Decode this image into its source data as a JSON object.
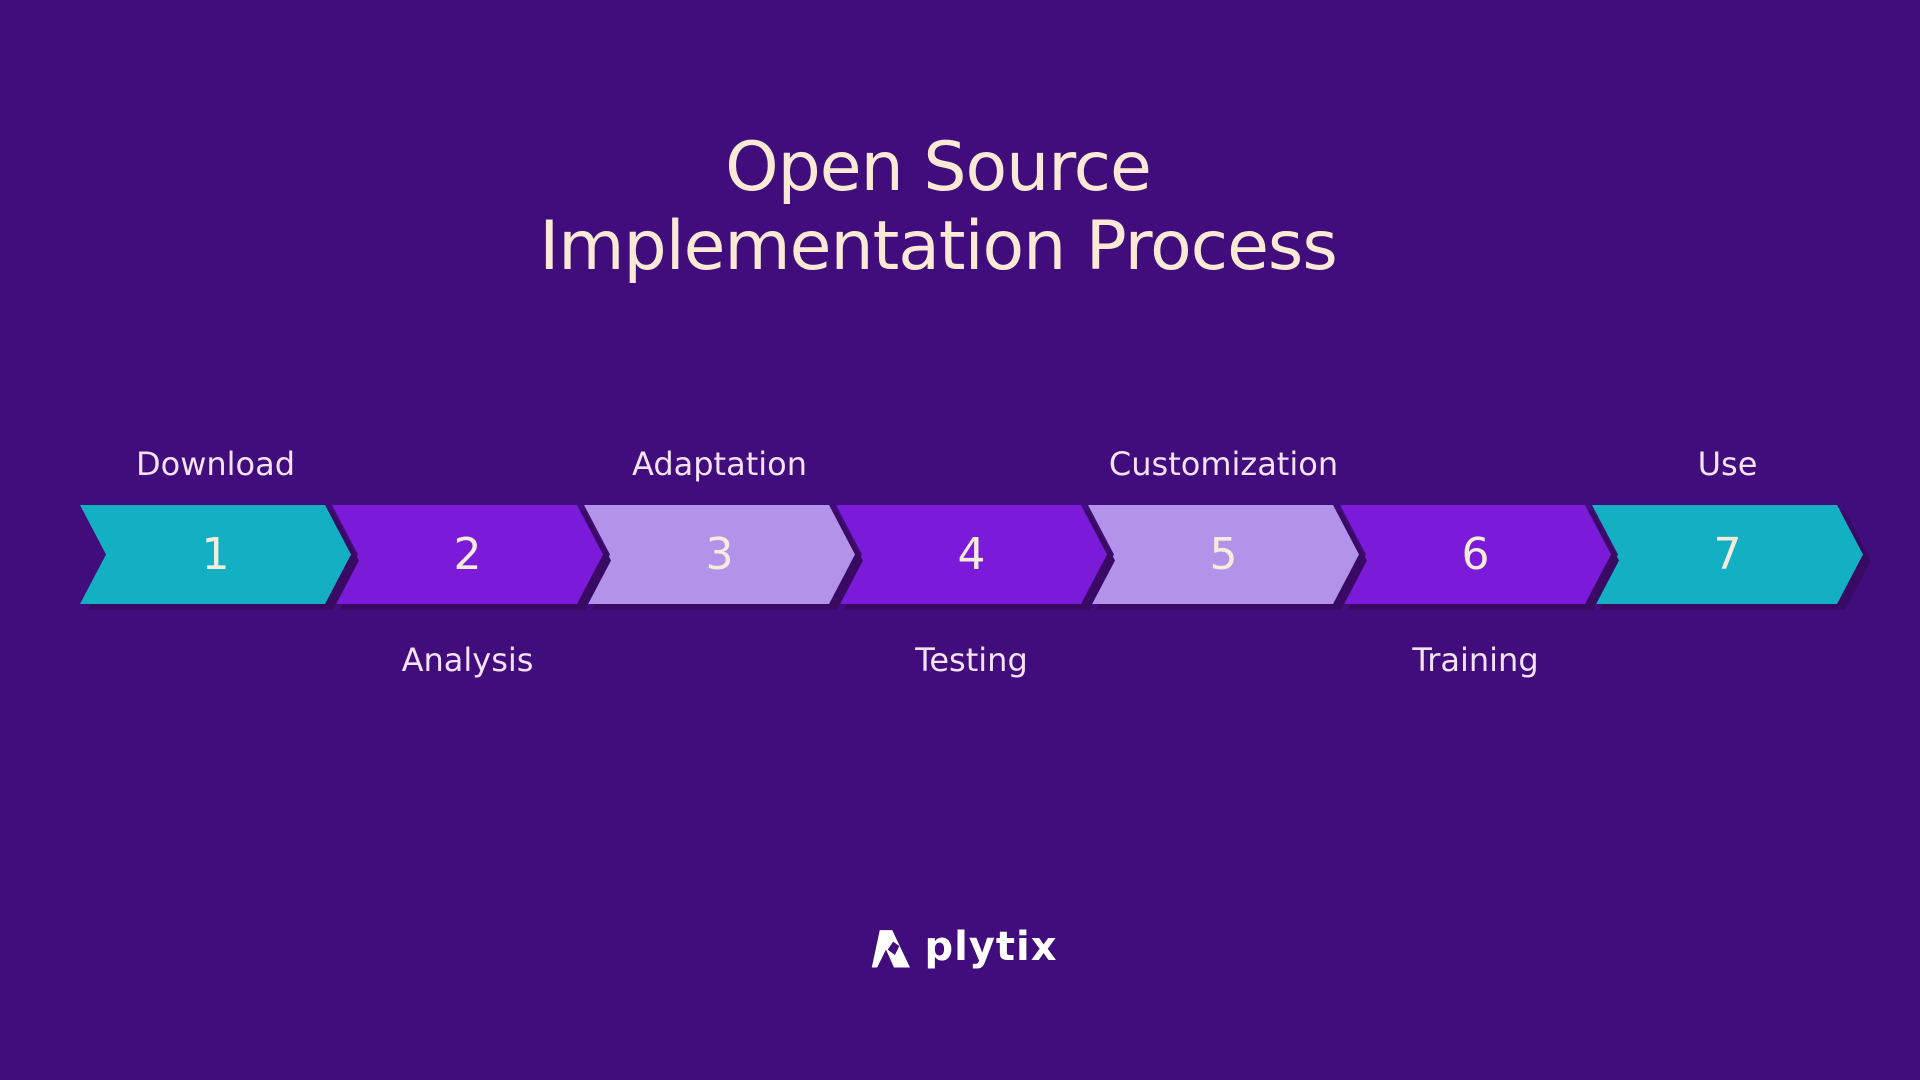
{
  "canvas": {
    "background": "#410C7C"
  },
  "title": {
    "line1": "Open Source",
    "line2": "Implementation Process",
    "color": "#FAE9D4"
  },
  "process": {
    "steps": [
      {
        "number": "1",
        "label": "Download",
        "label_position": "above",
        "arrow_color": "#12B0C2"
      },
      {
        "number": "2",
        "label": "Analysis",
        "label_position": "below",
        "arrow_color": "#7B1BD9"
      },
      {
        "number": "3",
        "label": "Adaptation",
        "label_position": "above",
        "arrow_color": "#B392E9"
      },
      {
        "number": "4",
        "label": "Testing",
        "label_position": "below",
        "arrow_color": "#7B1BD9"
      },
      {
        "number": "5",
        "label": "Customization",
        "label_position": "above",
        "arrow_color": "#B392E9"
      },
      {
        "number": "6",
        "label": "Training",
        "label_position": "below",
        "arrow_color": "#7B1BD9"
      },
      {
        "number": "7",
        "label": "Use",
        "label_position": "above",
        "arrow_color": "#12B0C2"
      }
    ],
    "shadow_color": "#390A63",
    "label_color": "#F2E2F2",
    "number_color": "#F6ECDC"
  },
  "logo": {
    "text": "plytix",
    "color": "#FFFFFF"
  }
}
